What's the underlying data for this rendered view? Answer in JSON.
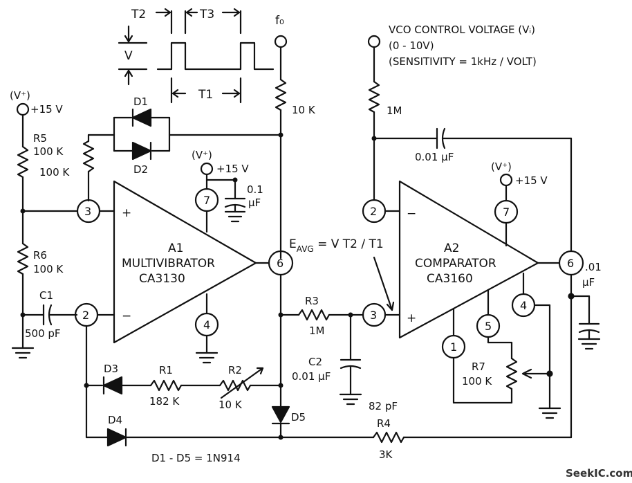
{
  "timing": {
    "t2": "T2",
    "t3": "T3",
    "t1": "T1",
    "v": "V"
  },
  "output": {
    "fo": "f₀"
  },
  "supply": {
    "left_vplus": "(V⁺)",
    "left_v15": "+15 V",
    "a1_vplus": "(V⁺)",
    "a1_v15": "+15 V",
    "a2_vplus": "(V⁺)",
    "a2_v15": "+15 V"
  },
  "vco": {
    "line1": "VCO CONTROL VOLTAGE (Vᵢ)",
    "line2": "(0 - 10V)",
    "line3": "(SENSITIVITY = 1kHz / VOLT)"
  },
  "components": {
    "r5": "R5",
    "r5_val": "100 K",
    "r5b_val": "100 K",
    "r6": "R6",
    "r6_val": "100 K",
    "c1": "C1",
    "c1_val": "500 pF",
    "d1": "D1",
    "d2": "D2",
    "d3": "D3",
    "d4": "D4",
    "d5": "D5",
    "r1": "R1",
    "r1_val": "182 K",
    "r2": "R2",
    "r2_val": "10 K",
    "r_top_val": "10 K",
    "c_a1_val_a": "0.1",
    "c_a1_val_b": "μF",
    "r3": "R3",
    "r3_val": "1M",
    "c2": "C2",
    "c2_val": "0.01 μF",
    "r1m_val": "1M",
    "c_fb_val": "0.01 μF",
    "c_out_val_a": ".01",
    "c_out_val_b": "μF",
    "r7": "R7",
    "r7_val": "100 K",
    "r4": "R4",
    "r4_val": "3K",
    "pf82": "82 pF",
    "diodes_note": "D1 - D5 = 1N914"
  },
  "a1": {
    "name": "A1",
    "role": "MULTIVIBRATOR",
    "part": "CA3130",
    "plus": "+",
    "minus": "−"
  },
  "a2": {
    "name": "A2",
    "role": "COMPARATOR",
    "part": "CA3160",
    "plus": "+",
    "minus": "−"
  },
  "eavg": {
    "e": "E",
    "sub": "AVG",
    "rest": " = V T2 / T1"
  },
  "pins": {
    "a1_p3": "3",
    "a1_p2": "2",
    "a1_p7": "7",
    "a1_p6": "6",
    "a1_p4": "4",
    "a2_p3": "3",
    "a2_p2": "2",
    "a2_p7": "7",
    "a2_p6": "6",
    "a2_p4": "4",
    "a2_p5": "5",
    "a2_p1": "1"
  },
  "watermark": "SeekIC.com"
}
